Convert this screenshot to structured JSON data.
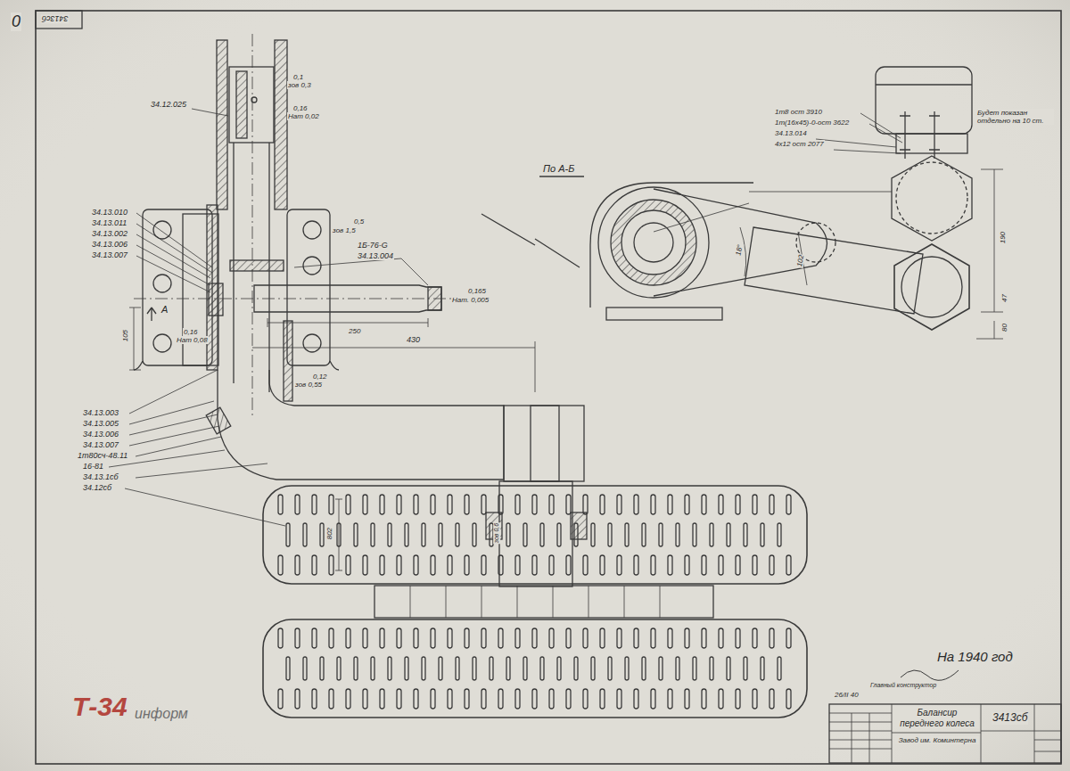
{
  "diagram": {
    "labels": [
      "0",
      "3413сб",
      "34.12.025",
      "0,1",
      "зов 0,3",
      "0,16",
      "Нат 0,02",
      "34.13.010",
      "34.13.011",
      "34.13.002",
      "34.13.006",
      "34.13.007",
      "0,5",
      "зов 1,5",
      "1Б-76-G",
      "34.13.004",
      "0,165",
      "Нат. 0,005",
      "А",
      "105",
      "0,16",
      "Нат 0,08",
      "250",
      "430",
      "0,12",
      "зов 0,55",
      "34.13.003",
      "34.13.005",
      "34.13.006",
      "34.13.007",
      "1т80сч-48.11",
      "16-81",
      "34.13.1сб",
      "34.12сб",
      "802",
      "зов 0,6",
      "По А-Б",
      "1т8 ост 3910",
      "1т(16х45)-0-ост 3622",
      "34.13.014",
      "4х12 ост 2077",
      "Будет показан отдельно на 10 ст.",
      "18°",
      "102",
      "190",
      "47",
      "80",
      "На 1940 год",
      "Главный конструктор",
      "26/II 40",
      "Балансир переднего колеса",
      "3413сб",
      "Завод им. Коминтерна",
      "Т-34",
      "информ"
    ]
  }
}
